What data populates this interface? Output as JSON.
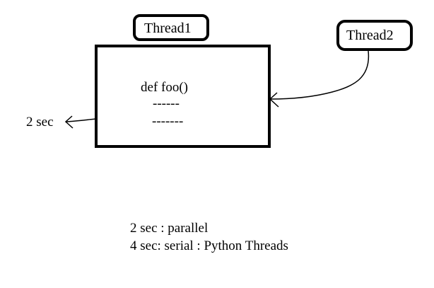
{
  "diagram": {
    "thread1_label": "Thread1",
    "thread2_label": "Thread2",
    "code": {
      "line1": "def foo()",
      "line2": "------",
      "line3": "-------"
    },
    "left_note": "2 sec",
    "summary": {
      "line1": "2 sec : parallel",
      "line2": "4 sec: serial : Python Threads"
    }
  }
}
